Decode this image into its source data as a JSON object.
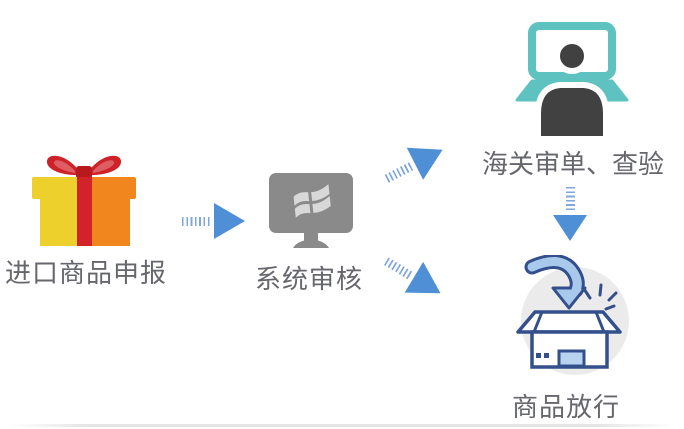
{
  "page": {
    "background": "#ffffff"
  },
  "diagram": {
    "type": "flowchart",
    "direction": "left-to-right",
    "nodes": [
      {
        "id": "import-declaration",
        "label": "进口商品申报",
        "icon": "gift-icon"
      },
      {
        "id": "system-review",
        "label": "系统审核",
        "icon": "monitor-windows-icon"
      },
      {
        "id": "customs-inspection",
        "label": "海关审单、查验",
        "icon": "customs-officer-laptop-icon"
      },
      {
        "id": "goods-release",
        "label": "商品放行",
        "icon": "open-box-arrow-icon"
      }
    ],
    "edges": [
      {
        "from": "import-declaration",
        "to": "system-review",
        "style": "striped-tail-triangle",
        "direction": "right"
      },
      {
        "from": "system-review",
        "to": "customs-inspection",
        "style": "striped-tail-triangle",
        "direction": "up-right"
      },
      {
        "from": "system-review",
        "to": "goods-release",
        "style": "striped-tail-triangle",
        "direction": "down-right"
      },
      {
        "from": "customs-inspection",
        "to": "goods-release",
        "style": "striped-tail-triangle",
        "direction": "down"
      }
    ],
    "colors": {
      "arrow_blue": "#4e8fd5",
      "arrow_tail_blue": "#7da7dd",
      "label_gray": "#66676c",
      "gift_yellow": "#eed02c",
      "gift_orange": "#f0861d",
      "gift_red": "#d2232a",
      "monitor_gray": "#8a8a8a",
      "laptop_teal": "#5ec3c0",
      "person_dark": "#414141",
      "box_navy": "#34508c",
      "box_arrow_fill": "#a9c9ec",
      "circle_bg": "#ebebeb"
    }
  }
}
